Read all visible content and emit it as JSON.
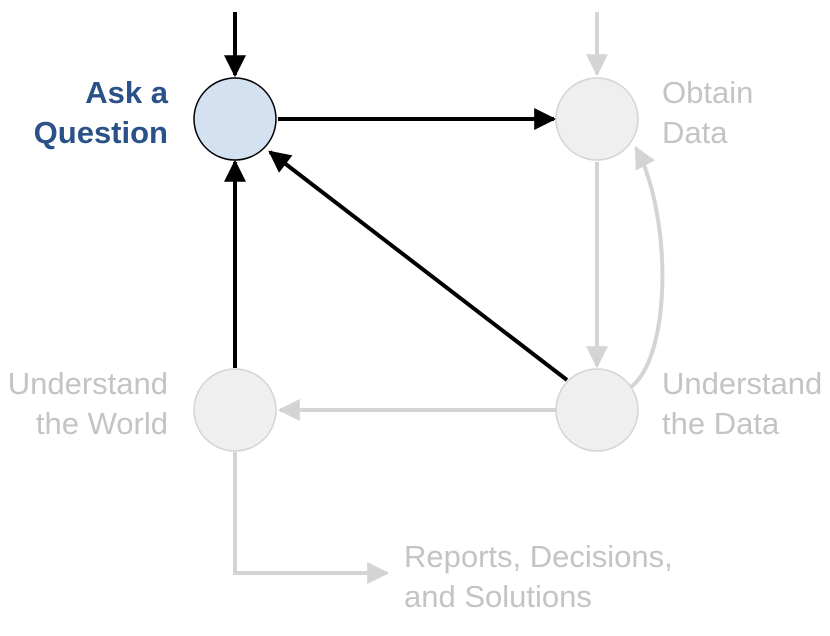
{
  "nodes": {
    "ask_question": {
      "lines": [
        "Ask a",
        "Question"
      ],
      "state": "active"
    },
    "obtain_data": {
      "lines": [
        "Obtain",
        "Data"
      ],
      "state": "inactive"
    },
    "understand_world": {
      "lines": [
        "Understand",
        "the World"
      ],
      "state": "inactive"
    },
    "understand_data": {
      "lines": [
        "Understand",
        "the Data"
      ],
      "state": "inactive"
    },
    "output": {
      "lines": [
        "Reports, Decisions,",
        "and Solutions"
      ],
      "state": "inactive"
    }
  },
  "colors": {
    "active_node_fill": "#d3e1f1",
    "active_stroke": "#000000",
    "active_text": "#2b5189",
    "inactive_node_fill": "#efefef",
    "inactive_stroke": "#d4d4d4",
    "inactive_text": "#c4c4c4"
  }
}
